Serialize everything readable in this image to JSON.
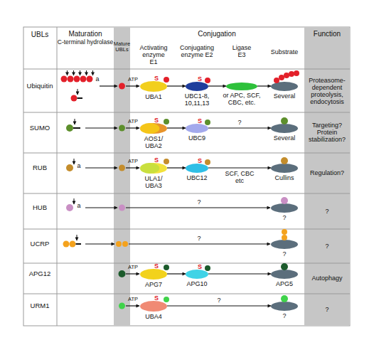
{
  "diagram": {
    "nodes": [
      {
        "text": [
          "S",
          "UBA1"
        ]
      },
      {
        "text": [
          "S",
          "UBC1-8, 10,11,13"
        ]
      },
      {
        "text": [
          "or APC, SCF, CBC, etc."
        ]
      },
      {
        "text": [
          "Several"
        ]
      },
      {
        "text": [
          "S",
          "AOS1/ UBA2"
        ]
      },
      {
        "text": [
          "S",
          "UBC9"
        ]
      },
      {
        "text": [
          "Several"
        ]
      },
      {
        "text": [
          "S",
          "ULA1/ UBA3"
        ]
      },
      {
        "text": [
          "S",
          "UBC12"
        ]
      },
      {
        "text": [
          "Cullins"
        ]
      },
      {
        "text": [
          "?"
        ]
      },
      {
        "text": [
          "?"
        ]
      },
      {
        "text": [
          "S",
          "APG7"
        ]
      },
      {
        "text": [
          "S",
          "APG10"
        ]
      },
      {
        "text": [
          "APG5"
        ]
      },
      {
        "text": [
          "S",
          "UBA4"
        ]
      },
      {
        "text": [
          "?"
        ]
      }
    ],
    "edges": [
      {
        "from": 0,
        "to": 1,
        "arrow": "to"
      },
      {
        "from": 1,
        "to": 2,
        "arrow": "to"
      },
      {
        "from": 2,
        "to": 3,
        "arrow": "to"
      },
      {
        "from": 4,
        "to": 5,
        "arrow": "to"
      },
      {
        "from": 5,
        "to": 6,
        "label": "?",
        "arrow": "to"
      },
      {
        "from": 7,
        "to": 8,
        "arrow": "to"
      },
      {
        "from": 8,
        "to": 9,
        "label": "SCF, CBC etc",
        "arrow": "to"
      },
      {
        "from": 12,
        "to": 13,
        "arrow": "to"
      },
      {
        "from": 13,
        "to": 14,
        "arrow": "to"
      },
      {
        "from": 15,
        "to": 16,
        "label": "?",
        "arrow": "to"
      }
    ],
    "labels": [
      "UBLs",
      "Maturation",
      "Conjugation",
      "Function",
      "C-terminal hydrolase",
      "Mature UBLs",
      "Activating enzyme E1",
      "Conjugating enzyme E2",
      "Ligase E3",
      "Substrate",
      "Ubiquitin",
      "a",
      "ATP",
      "Proteasome-dependent proteolysis, endocytosis",
      "SUMO",
      "ATP",
      "Targeting? Protein stabilization?",
      "RUB",
      "a",
      "ATP",
      "Regulation?",
      "HUB",
      "a",
      "?",
      "?",
      "UCRP",
      "?",
      "?",
      "APG12",
      "ATP",
      "Autophagy",
      "URM1",
      "ATP",
      "?"
    ]
  }
}
